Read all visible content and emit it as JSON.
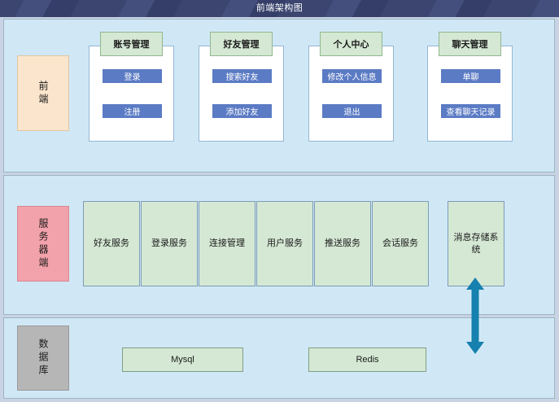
{
  "window": {
    "title": "前端架构图",
    "titlebar_color": "#3c4670",
    "page_background": "#c8d4e4"
  },
  "colors": {
    "panel_background": "#d0e8f6",
    "panel_border": "#9fb3c4",
    "frontend_tag": "#fbe5cd",
    "server_tag": "#f2a2ab",
    "database_tag": "#b6b6b6",
    "module_header": "#d5e8d4",
    "action_button": "#5b7bc4",
    "service_box": "#d5e8d4",
    "arrow": "#1680ae"
  },
  "layers": {
    "frontend": {
      "tag_label": "前端",
      "modules": [
        {
          "title": "账号管理",
          "actions": [
            {
              "label": "登录"
            },
            {
              "label": "注册"
            }
          ]
        },
        {
          "title": "好友管理",
          "actions": [
            {
              "label": "搜索好友"
            },
            {
              "label": "添加好友"
            }
          ]
        },
        {
          "title": "个人中心",
          "actions": [
            {
              "label": "修改个人信息"
            },
            {
              "label": "退出"
            }
          ]
        },
        {
          "title": "聊天管理",
          "actions": [
            {
              "label": "单聊"
            },
            {
              "label": "查看聊天记录"
            }
          ]
        }
      ]
    },
    "server": {
      "tag_label": "服务器端",
      "services": [
        {
          "label": "好友服务"
        },
        {
          "label": "登录服务"
        },
        {
          "label": "连接管理"
        },
        {
          "label": "用户服务"
        },
        {
          "label": "推送服务"
        },
        {
          "label": "会话服务"
        },
        {
          "label": "消息存储系统"
        }
      ]
    },
    "database": {
      "tag_label": "数据库",
      "stores": [
        {
          "label": "Mysql"
        },
        {
          "label": "Redis"
        }
      ]
    }
  },
  "connections": [
    {
      "name": "message-store-to-database",
      "from": "消息存储系统",
      "to": "数据库",
      "style": "double-headed-arrow"
    }
  ]
}
